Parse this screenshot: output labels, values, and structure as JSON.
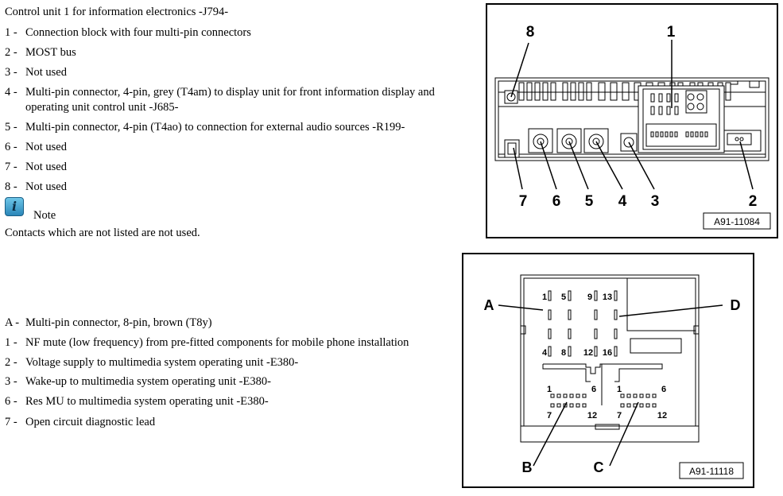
{
  "top": {
    "title": "Control unit 1 for information electronics -J794-",
    "items": [
      {
        "num": "1 -",
        "text": "Connection block with four multi-pin connectors"
      },
      {
        "num": "2 -",
        "text": "MOST bus"
      },
      {
        "num": "3 -",
        "text": "Not used"
      },
      {
        "num": "4 -",
        "text": "Multi-pin connector, 4-pin, grey (T4am) to display unit for front information display and",
        "cont": "operating unit control unit -J685-"
      },
      {
        "num": "5 -",
        "text": "Multi-pin connector, 4-pin (T4ao) to connection for external audio sources -R199-"
      },
      {
        "num": "6 -",
        "text": "Not used"
      },
      {
        "num": "7 -",
        "text": "Not used"
      },
      {
        "num": "8 -",
        "text": "Not used"
      }
    ],
    "note_label": "Note",
    "note_text": "Contacts which are not listed are not used."
  },
  "bottom": {
    "items": [
      {
        "num": "A -",
        "text": "Multi-pin connector, 8-pin, brown (T8y)"
      },
      {
        "num": "1 -",
        "text": "NF mute (low frequency) from pre-fitted components for mobile phone installation"
      },
      {
        "num": "2 -",
        "text": "Voltage supply to multimedia system operating unit -E380-"
      },
      {
        "num": "3 -",
        "text": "Wake-up to multimedia system operating unit -E380-"
      },
      {
        "num": "6 -",
        "text": "Res MU to multimedia system operating unit -E380-"
      },
      {
        "num": "7 -",
        "text": "Open circuit diagnostic lead"
      }
    ]
  },
  "figure1": {
    "id": "A91-11084",
    "callouts": {
      "c8": "8",
      "c1": "1",
      "c7": "7",
      "c6": "6",
      "c5": "5",
      "c4": "4",
      "c3": "3",
      "c2": "2"
    }
  },
  "figure2": {
    "id": "A91-11118",
    "labels": {
      "A": "A",
      "B": "B",
      "C": "C",
      "D": "D"
    },
    "pins": {
      "p1": "1",
      "p5": "5",
      "p9": "9",
      "p13": "13",
      "p4": "4",
      "p8": "8",
      "p12": "12",
      "p16": "16",
      "l1": "1",
      "l6": "6",
      "l7": "7",
      "l12": "12",
      "r1": "1",
      "r6": "6",
      "r7": "7",
      "r12": "12"
    }
  },
  "icons": {
    "note": "info-icon"
  }
}
